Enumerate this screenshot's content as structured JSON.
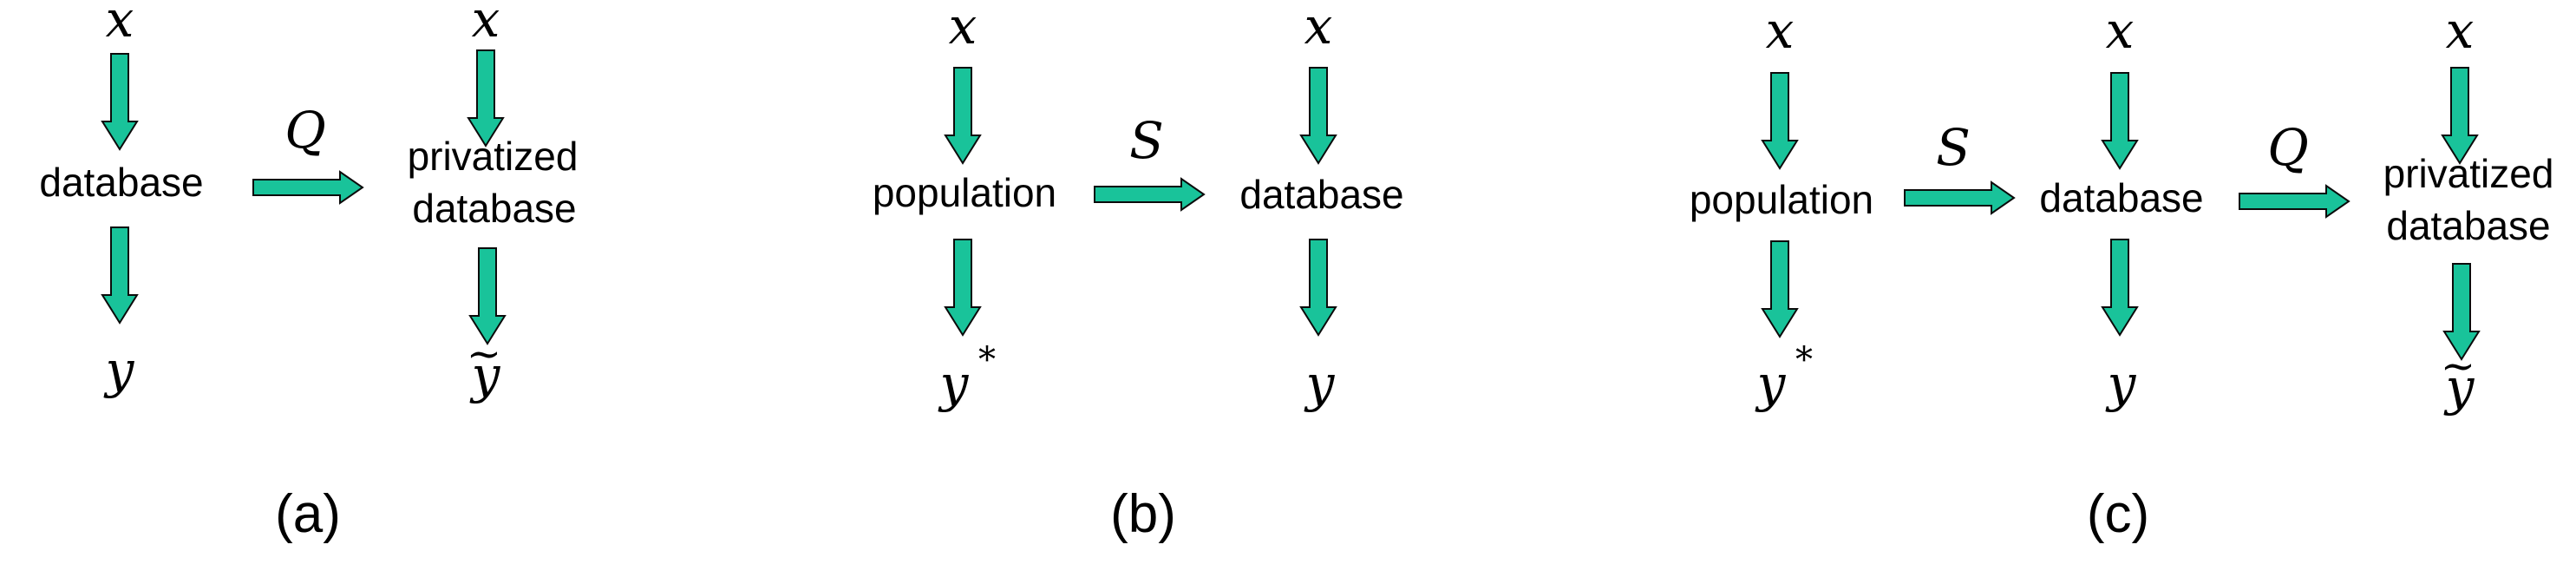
{
  "colors": {
    "arrow_fill": "#19c39a",
    "arrow_stroke": "#0b0b0b",
    "text": "#000000"
  },
  "panels": [
    {
      "caption": "(a)",
      "nodes": {
        "x_top_1": "x",
        "database": "database",
        "y_1": "y",
        "op_Q": "Q",
        "x_top_2": "x",
        "privatized_1": "privatized",
        "privatized_2": "database",
        "y_tilde": "y",
        "tilde_mark": "~"
      }
    },
    {
      "caption": "(b)",
      "nodes": {
        "x_top_1": "x",
        "population": "population",
        "y_star": "y",
        "star": "*",
        "op_S": "S",
        "x_top_2": "x",
        "database": "database",
        "y_2": "y"
      }
    },
    {
      "caption": "(c)",
      "nodes": {
        "x_top_1": "x",
        "population": "population",
        "y_star": "y",
        "star": "*",
        "op_S": "S",
        "x_top_2": "x",
        "database": "database",
        "y_2": "y",
        "op_Q": "Q",
        "x_top_3": "x",
        "privatized_1": "privatized",
        "privatized_2": "database",
        "y_tilde": "y",
        "tilde_mark": "~"
      }
    }
  ]
}
